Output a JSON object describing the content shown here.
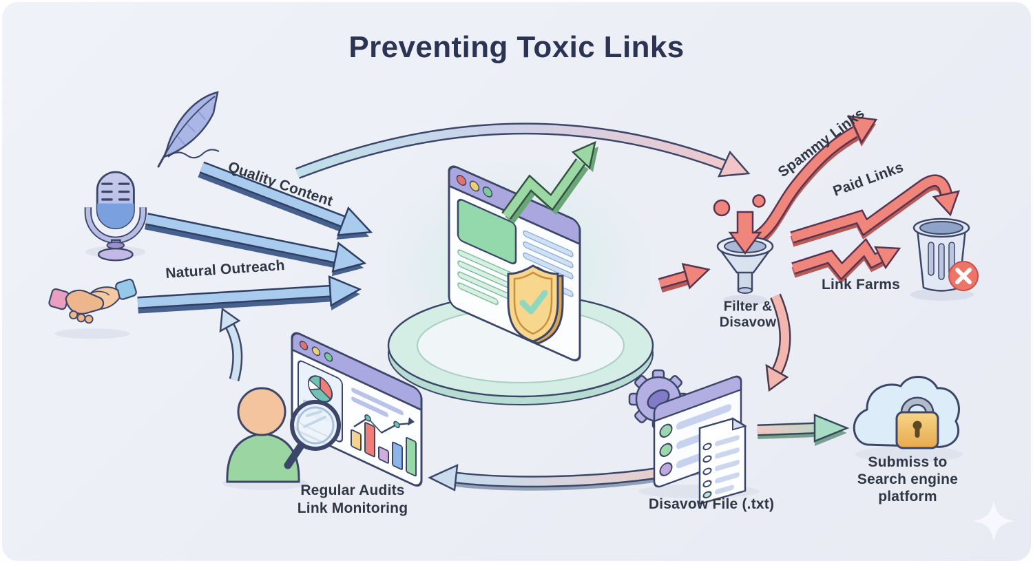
{
  "title": "Preventing Toxic Links",
  "labels": {
    "quality_content": "Quality Content",
    "natural_outreach": "Natural Outreach",
    "spammy_links": "Spammy Links",
    "paid_links": "Paid Links",
    "link_farms": "Link Farms",
    "filter_disavow_line1": "Filter &",
    "filter_disavow_line2": "Disavow",
    "regular_audits_line1": "Regular Audits",
    "regular_audits_line2": "Link Monitoring",
    "disavow_file": "Disavow File (.txt)",
    "submit_line1": "Submiss to",
    "submit_line2": "Search engine",
    "submit_line3": "platform"
  },
  "icons": [
    "quill-pen-icon",
    "microphone-icon",
    "handshake-icon",
    "webpage-icon",
    "shield-check-icon",
    "growth-arrow-icon",
    "platform-ring-icon",
    "funnel-icon",
    "trash-can-icon",
    "delete-x-badge-icon",
    "gear-icon",
    "checklist-panel-icon",
    "disavow-document-icon",
    "cloud-icon",
    "padlock-icon",
    "auditor-person-icon",
    "magnifying-glass-icon",
    "analytics-dashboard-icon",
    "sparkle-icon"
  ],
  "colors": {
    "background": "#edeff6",
    "title_text": "#2c3454",
    "label_text": "#2f3744",
    "good_link_arrow": "#a9cbee",
    "toxic_link_arrow": "#f0857b",
    "outline_dark": "#2f3f63",
    "browser_header": "#a9a7de",
    "shield_gold": "#f3c475",
    "check_green": "#8fd8c0",
    "growth_green": "#9bd8a4",
    "platform_mint": "#d4ede5",
    "cloud_blue": "#ddecf9",
    "lock_gold": "#f1c46e",
    "trash_grey": "#e3e9f4",
    "delete_badge_red": "#ef7468"
  }
}
